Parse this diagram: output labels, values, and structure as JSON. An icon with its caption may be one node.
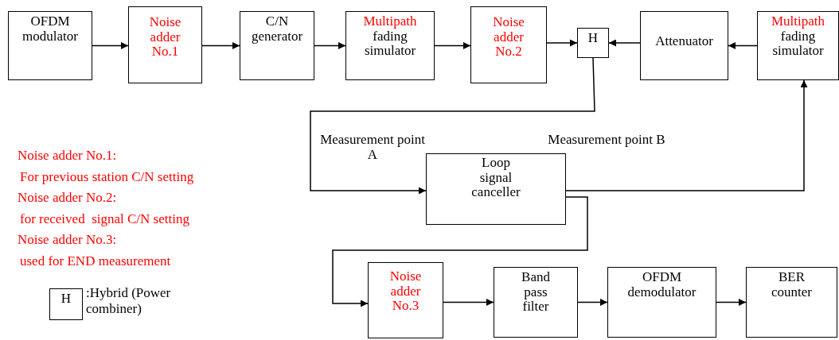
{
  "diagram": {
    "nodes": [
      {
        "text": [
          "OFDM modulator"
        ]
      },
      {
        "text": [
          "Noise adder No.1"
        ]
      },
      {
        "text": [
          "C/N generator"
        ]
      },
      {
        "text": [
          "Multipath",
          "fading simulator"
        ]
      },
      {
        "text": [
          "Noise adder No.2"
        ]
      },
      {
        "text": [
          "H"
        ]
      },
      {
        "text": [
          "Attenuator"
        ]
      },
      {
        "text": [
          "Multipath",
          "fading simulator"
        ]
      },
      {
        "text": [
          "Loop signal canceller"
        ]
      },
      {
        "text": [
          "Noise adder No.3"
        ]
      },
      {
        "text": [
          "Band pass filter"
        ]
      },
      {
        "text": [
          "OFDM demodulator"
        ]
      },
      {
        "text": [
          "BER counter"
        ]
      },
      {
        "text": [
          "H"
        ],
        "beside": [
          ":Hybrid (Power combiner)"
        ]
      }
    ],
    "edges": [
      {
        "from": 0,
        "to": 1,
        "arrow": "to"
      },
      {
        "from": 1,
        "to": 2,
        "arrow": "to"
      },
      {
        "from": 2,
        "to": 3,
        "arrow": "to"
      },
      {
        "from": 3,
        "to": 4,
        "arrow": "to"
      },
      {
        "from": 4,
        "to": 5,
        "arrow": "to"
      },
      {
        "from": 6,
        "to": 5,
        "arrow": "to"
      },
      {
        "from": 7,
        "to": 6,
        "arrow": "to"
      },
      {
        "from": 5,
        "to": 8,
        "arrow": "to"
      },
      {
        "from": 8,
        "to": 7,
        "arrow": "to"
      },
      {
        "from": 8,
        "to": 9,
        "arrow": "to"
      },
      {
        "from": 9,
        "to": 10,
        "arrow": "to"
      },
      {
        "from": 10,
        "to": 11,
        "arrow": "to"
      },
      {
        "from": 11,
        "to": 12,
        "arrow": "to"
      }
    ],
    "labels": [
      "Measurement point A",
      "Measurement point B",
      "Noise adder No.1:",
      "For previous station C/N setting",
      "Noise adder No.2:",
      "for received  signal C/N setting",
      "Noise adder No.3:",
      "used for END measurement"
    ]
  }
}
